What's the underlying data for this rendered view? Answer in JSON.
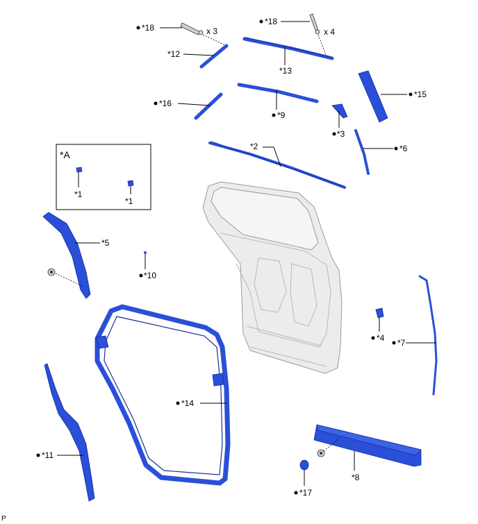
{
  "inset": {
    "title": "*A"
  },
  "labels": {
    "p18a": "*18",
    "x3": "x 3",
    "p18b": "*18",
    "x4": "x 4",
    "p12": "*12",
    "p13": "*13",
    "p15": "*15",
    "p16": "*16",
    "p9": "*9",
    "p3": "*3",
    "p6": "*6",
    "p2": "*2",
    "p1a": "*1",
    "p1b": "*1",
    "p5": "*5",
    "p10": "*10",
    "p4": "*4",
    "p7": "*7",
    "p14": "*14",
    "p11": "*11",
    "p17": "*17",
    "p8": "*8"
  },
  "footer": {
    "code": "P"
  },
  "colors": {
    "part_blue": "#2a4fd8",
    "part_blue_dark": "#1a2f9a",
    "door_gray": "#ececec"
  }
}
